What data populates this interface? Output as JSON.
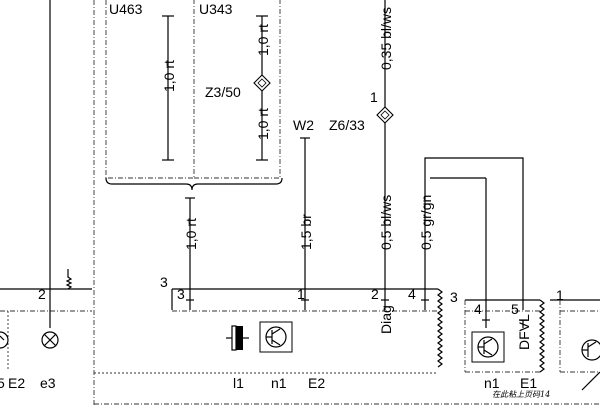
{
  "components": {
    "u463": "U463",
    "u343": "U343",
    "z3_50": "Z3/50",
    "w2": "W2",
    "z6_33": "Z6/33",
    "l1": "l1",
    "n1a": "n1",
    "e2a": "E2",
    "n1b": "n1",
    "e1": "E1",
    "e2b": "E2",
    "e3": "e3",
    "left_partial": "5"
  },
  "wires": {
    "w1": "1,0 rt",
    "w2": "1,0 rt",
    "w3": "1,0 rt",
    "w4": "1,0 rt",
    "w5": "1,5 br",
    "w6": "0,35 bl/ws",
    "w7": "0,5 bl/ws",
    "w8": "0,5 gr/gn"
  },
  "pins": {
    "p_left2": "2",
    "p3_outer": "3",
    "p3_inner": "3",
    "p1_mid": "1",
    "p2_mid": "2",
    "p4_mid": "4",
    "p3_right": "3",
    "p4_right": "4",
    "p5_right": "5",
    "p1_far": "1",
    "z6_pin": "1"
  },
  "signals": {
    "diag": "Diag",
    "dfvl": "DFVL"
  },
  "note": "在此粘上页码14"
}
